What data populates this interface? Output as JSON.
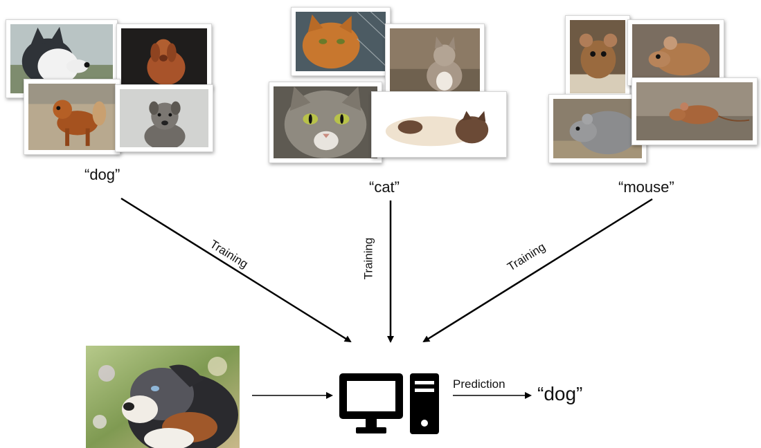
{
  "classes": [
    {
      "label": "“dog”",
      "arrow_label": "Training",
      "photos": [
        "husky-photo",
        "vizsla-photo",
        "spaniel-mix-photo",
        "terrier-photo"
      ]
    },
    {
      "label": "“cat”",
      "arrow_label": "Training",
      "photos": [
        "orange-cat-photo",
        "tabby-cat-photo",
        "grey-tabby-cat-photo",
        "himalayan-cat-photo"
      ]
    },
    {
      "label": "“mouse”",
      "arrow_label": "Training",
      "photos": [
        "brown-mouse-photo",
        "field-mouse-photo",
        "grey-mouse-photo",
        "wood-mouse-photo"
      ]
    }
  ],
  "query_image": "australian-shepherd-photo",
  "model_icon": "desktop-computer-icon",
  "prediction": {
    "label": "Prediction",
    "result": "“dog”"
  },
  "colors": {
    "arrow": "#000000",
    "frame": "#ffffff",
    "icon": "#000000"
  }
}
